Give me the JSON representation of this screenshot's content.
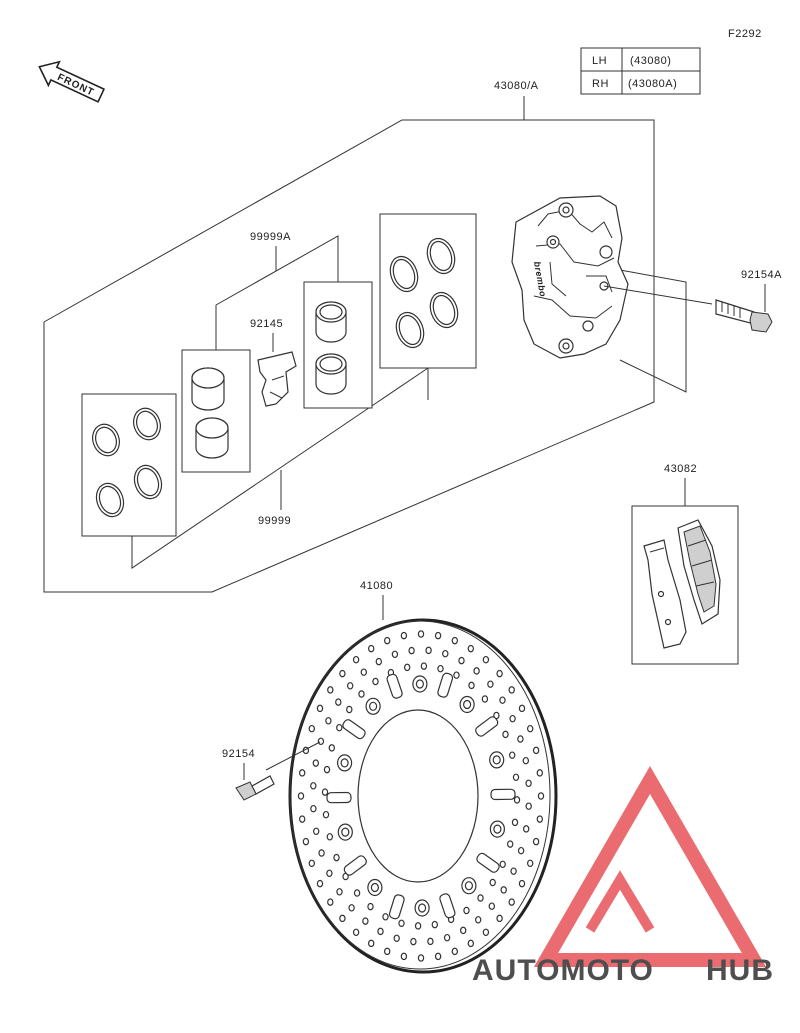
{
  "figure_code": "F2292",
  "front_label": "FRONT",
  "side_table": [
    {
      "side": "LH",
      "code": "(43080)"
    },
    {
      "side": "RH",
      "code": "(43080A)"
    }
  ],
  "parts": {
    "caliper_assembly": "43080/A",
    "piston_seal_kit_a": "99999A",
    "pad_spring": "92145",
    "caliper_bolt": "92154A",
    "seal_kit": "99999",
    "brake_pads": "43082",
    "brake_disc": "41080",
    "disc_bolt": "92154"
  },
  "caliper_brand_mark": "brembo",
  "watermark": {
    "text_part1": "AUTOMOTO",
    "text_part2": "HUB",
    "color_primary": "#f2a33a",
    "color_secondary": "#555555",
    "logo_color": "#e5484d"
  }
}
